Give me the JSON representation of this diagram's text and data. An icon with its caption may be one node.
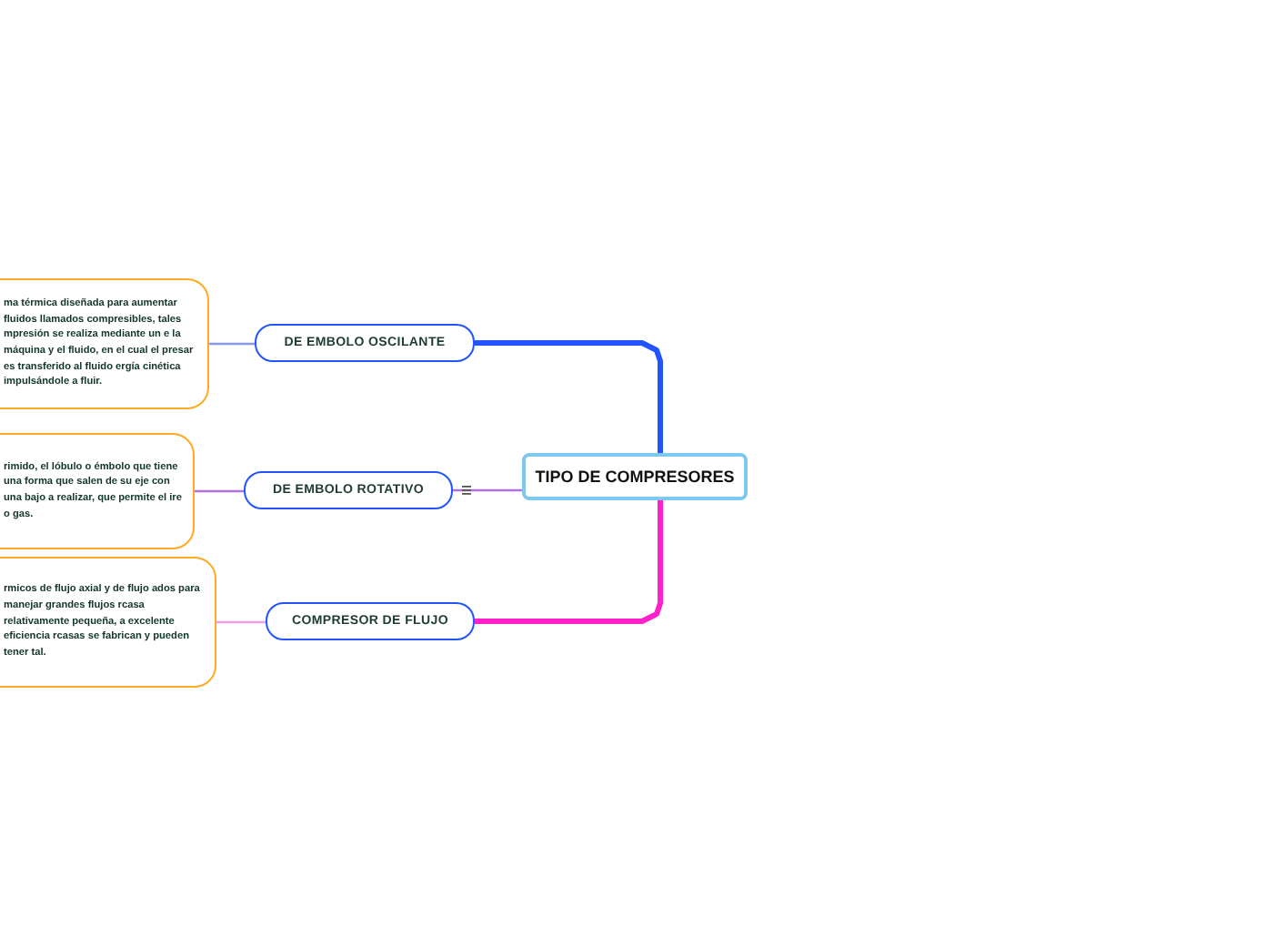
{
  "diagram": {
    "nodes": [
      {
        "text": [
          "TIPO DE COMPRESORES"
        ]
      },
      {
        "text": [
          "DE EMBOLO OSCILANTE"
        ]
      },
      {
        "text": [
          "ma térmica diseñada para aumentar fluidos llamados compresibles, tales mpresión se realiza mediante un e la máquina y el fluido, en el cual el presar es transferido al fluido ergía cinética impulsándole a fluir."
        ]
      },
      {
        "text": [
          "DE EMBOLO ROTATIVO"
        ]
      },
      {
        "text": [
          "rimido, el lóbulo o émbolo que tiene una forma que salen de su eje con una bajo a realizar, que permite el ire o gas."
        ]
      },
      {
        "text": [
          "COMPRESOR DE FLUJO"
        ]
      },
      {
        "text": [
          "rmicos de flujo axial y de flujo ados para manejar grandes flujos rcasa relativamente pequeña, a excelente eficiencia rcasas se fabrican y pueden tener tal."
        ]
      }
    ],
    "edges": [
      {
        "from": 0,
        "to": 1,
        "arrow": "none",
        "color": "#2255ff",
        "style": "thick"
      },
      {
        "from": 0,
        "to": 3,
        "arrow": "none",
        "color": "#b070e0"
      },
      {
        "from": 0,
        "to": 5,
        "arrow": "none",
        "color": "#ff22cc",
        "style": "thick"
      },
      {
        "from": 1,
        "to": 2,
        "arrow": "none",
        "color": "#8899ee"
      },
      {
        "from": 3,
        "to": 4,
        "arrow": "none",
        "color": "#b070e0"
      },
      {
        "from": 5,
        "to": 6,
        "arrow": "none",
        "color": "#f0a0e8"
      }
    ]
  }
}
